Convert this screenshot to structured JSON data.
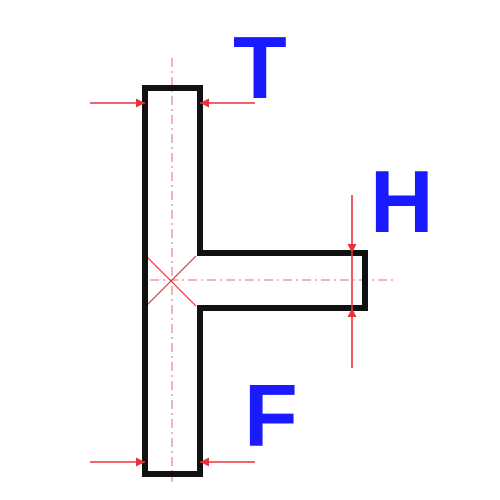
{
  "labels": {
    "top_thickness": "T",
    "branch_height": "H",
    "bottom_thickness": "F"
  },
  "colors": {
    "label": "#1a1aff",
    "outline": "#111111",
    "dimension": "#e8333b",
    "centerline": "#e88a90",
    "background": "#ffffff"
  }
}
